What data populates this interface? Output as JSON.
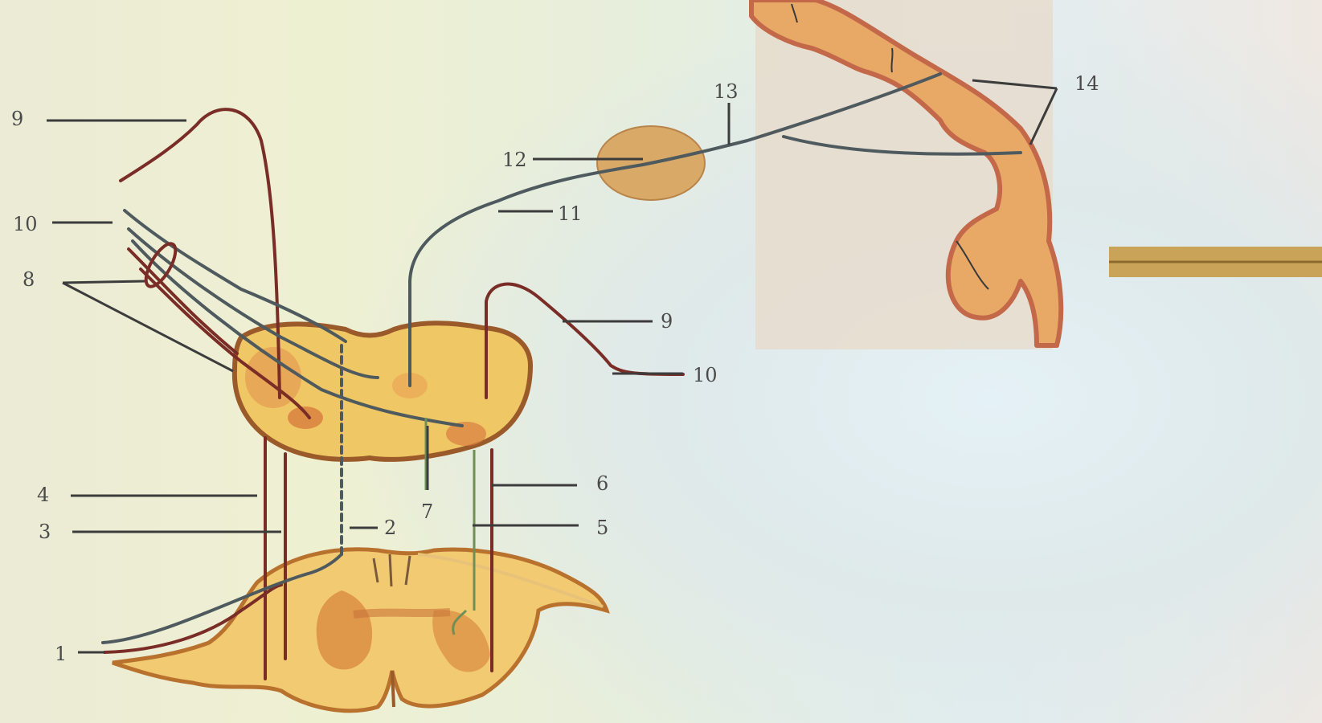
{
  "labels": {
    "l1": "1",
    "l2": "2",
    "l3": "3",
    "l4": "4",
    "l5": "5",
    "l6": "6",
    "l7": "7",
    "l8": "8",
    "l9_left": "9",
    "l9_right": "9",
    "l10_left": "10",
    "l10_right": "10",
    "l11": "11",
    "l12": "12",
    "l13": "13",
    "l14": "14"
  },
  "colors": {
    "tissue": "#f0c765",
    "tissue_edge": "#b9722e",
    "grey_matter": "#d98a3e",
    "cortex": "#e0a468",
    "cortex_edge": "#c4684a",
    "red_fiber": "#7a2d26",
    "grey_fiber": "#4e5a5e"
  }
}
